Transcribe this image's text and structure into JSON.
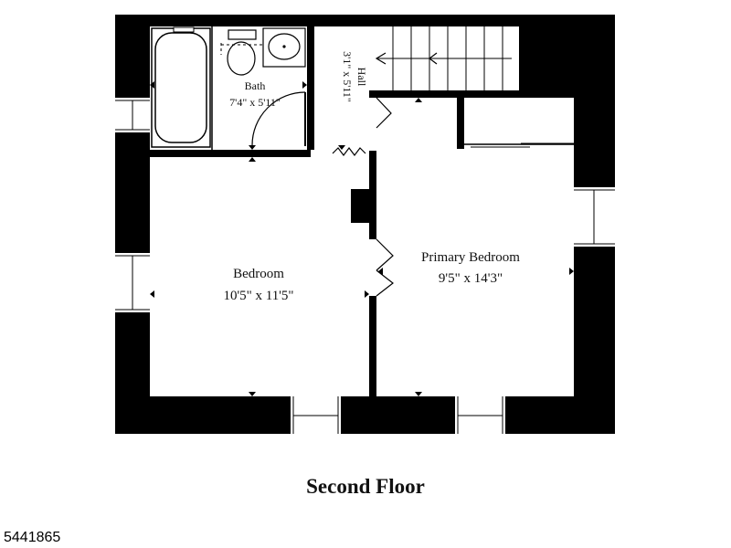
{
  "plan": {
    "bath": {
      "name": "Bath",
      "dims": "7'4\" x 5'11\""
    },
    "bedroom": {
      "name": "Bedroom",
      "dims": "10'5\" x 11'5\""
    },
    "primary_bedroom": {
      "name": "Primary Bedroom",
      "dims": "9'5\" x 14'3\""
    },
    "hall": {
      "name": "Hall",
      "dims": "3'1\" x 5'11\""
    },
    "title": "Second Floor"
  },
  "listing_id": "5441865"
}
